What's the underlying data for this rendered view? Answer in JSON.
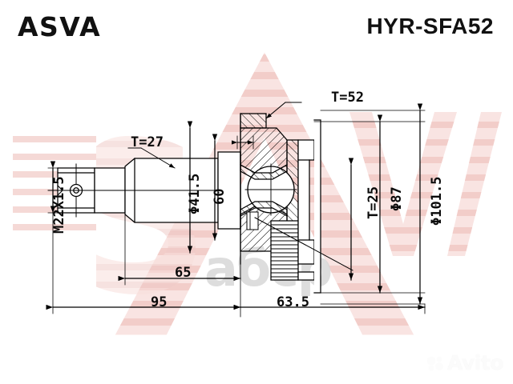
{
  "header": {
    "brand": "ASVA",
    "part_number": "HYR-SFA52"
  },
  "watermarks": {
    "center_text": "абср",
    "corner_text": "Avito",
    "background_shape": "asva-a-logo"
  },
  "drawing": {
    "title": "CV joint outer kit technical drawing",
    "labels": {
      "thread_spec": "M22X1.5",
      "shaft_splines": "T=27",
      "joint_splines": "T=52",
      "abs_ring_teeth": "T=25",
      "shaft_diameter": "Φ41.5",
      "spline_length": "60",
      "joint_diameter": "Φ87",
      "abs_ring_diameter": "Φ101.5",
      "dim_65": "65",
      "dim_95": "95",
      "dim_63_5": "63.5"
    }
  },
  "colors": {
    "line": "#000000",
    "watermark_red": "#f6d9d7",
    "watermark_gray": "#d8d8d8",
    "background": "#ffffff"
  }
}
